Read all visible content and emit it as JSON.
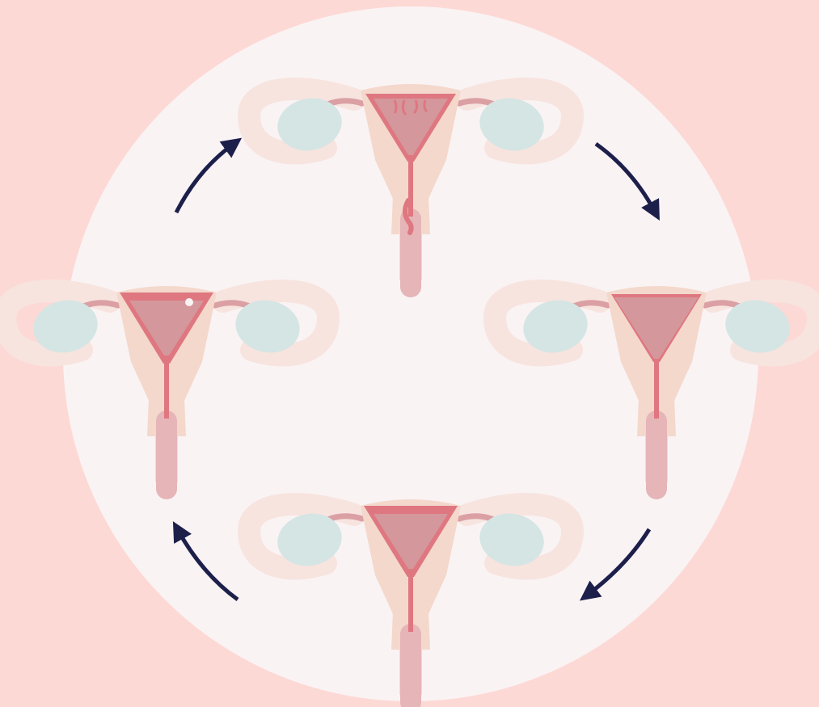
{
  "colors": {
    "page_background": "#fdd9d6",
    "circle_background": "#faf3f4",
    "tube_outline": "#f7e4df",
    "tube": "#dba0a4",
    "ovary": "#d4e5e4",
    "uterus_outer": "#f4d8cc",
    "lining": "#df7780",
    "cavity": "#d4979c",
    "cervix_vagina": "#e5b5b8",
    "arrow": "#1d1f4b"
  },
  "stages": [
    {
      "id": "menstruation",
      "lining": "shedding",
      "position": "top"
    },
    {
      "id": "follicular",
      "lining": "thickening",
      "position": "right"
    },
    {
      "id": "ovulation",
      "lining": "thick",
      "position": "bottom"
    },
    {
      "id": "luteal",
      "lining": "thick with egg",
      "position": "left"
    }
  ],
  "cycle_direction": "clockwise",
  "arrows": [
    {
      "id": "top-right",
      "icon": "arrow-icon"
    },
    {
      "id": "bottom-right",
      "icon": "arrow-icon"
    },
    {
      "id": "bottom-left",
      "icon": "arrow-icon"
    },
    {
      "id": "top-left",
      "icon": "arrow-icon"
    }
  ]
}
